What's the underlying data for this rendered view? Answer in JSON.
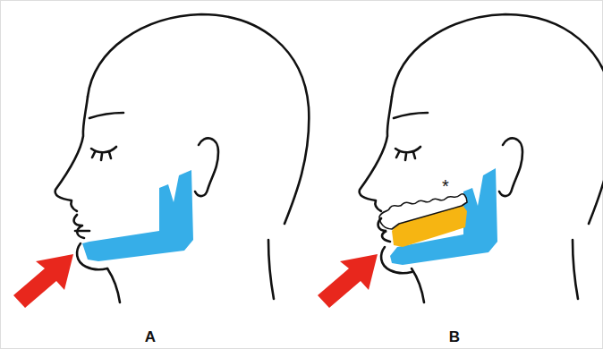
{
  "diagram": {
    "labels": [
      "A",
      "B",
      "*"
    ]
  }
}
